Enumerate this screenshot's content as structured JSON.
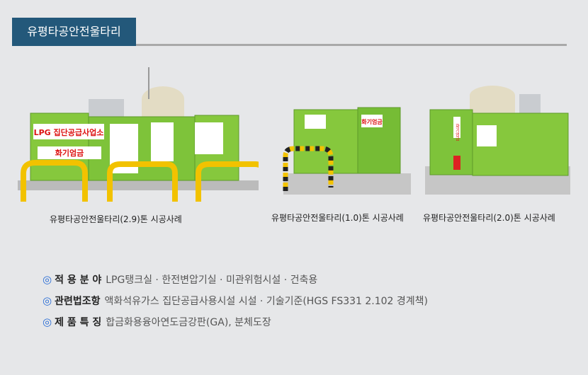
{
  "header": {
    "title": "유평타공안전울타리"
  },
  "gallery": [
    {
      "caption": "유평타공안전울타리(2.9)톤 시공사례",
      "signs": [
        "LPG 집단공급사업소",
        "화기엄금"
      ]
    },
    {
      "caption": "유평타공안전울타리(1.0)톤 시공사례",
      "signs": [
        "화기엄금"
      ]
    },
    {
      "caption": "유평타공안전울타리(2.0)톤 시공사례",
      "signs": [
        "화기엄금"
      ]
    }
  ],
  "info": [
    {
      "icon": "double-circle-icon",
      "label": "적 용 분 야",
      "text": "LPG탱크실 · 한전변압기실 · 미관위험시설 · 건축용"
    },
    {
      "icon": "double-circle-icon",
      "label": "관련법조항",
      "text": "액화석유가스 집단공급사용시설 시설 · 기술기준(HGS FS331 2.102 경계책)"
    },
    {
      "icon": "double-circle-icon",
      "label": "제 품 특 징",
      "text": "합금화용융아연도금강판(GA), 분체도장"
    }
  ],
  "colors": {
    "header": "#23587a",
    "fence": "#7dc63a",
    "icon": "#2b6ed6"
  }
}
